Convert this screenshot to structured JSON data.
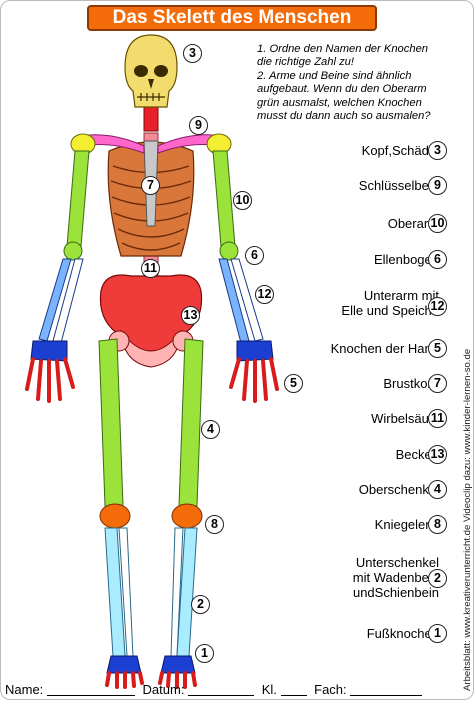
{
  "title": "Das Skelett des Menschen",
  "instructions": [
    "1. Ordne den Namen der Knochen",
    "die richtige Zahl zu!",
    "2. Arme und Beine sind ähnlich",
    "aufgebaut. Wenn du den Oberarm",
    "grün ausmalst, welchen Knochen",
    "musst du dann auch so ausmalen?"
  ],
  "legend": [
    {
      "lines": [
        "Kopf,Schädel"
      ],
      "number": "3"
    },
    {
      "lines": [
        "Schlüsselbein"
      ],
      "number": "9"
    },
    {
      "lines": [
        "Oberarm"
      ],
      "number": "10"
    },
    {
      "lines": [
        "Ellenbogen"
      ],
      "number": "6"
    },
    {
      "lines": [
        "Unterarm mit",
        "Elle und Speiche"
      ],
      "number": "12"
    },
    {
      "lines": [
        "Knochen der Hand"
      ],
      "number": "5"
    },
    {
      "lines": [
        "Brustkorb"
      ],
      "number": "7"
    },
    {
      "lines": [
        "Wirbelsäule"
      ],
      "number": "11"
    },
    {
      "lines": [
        "Becken"
      ],
      "number": "13"
    },
    {
      "lines": [
        "Oberschenkel"
      ],
      "number": "4"
    },
    {
      "lines": [
        "Kniegelenk"
      ],
      "number": "8"
    },
    {
      "lines": [
        "Unterschenkel",
        "mit Wadenbein",
        "undSchienbein"
      ],
      "number": "2"
    },
    {
      "lines": [
        "Fußknochen"
      ],
      "number": "1"
    }
  ],
  "diagram_numbers": {
    "skull": "3",
    "clavicle": "9",
    "ribcage": "7",
    "upper_arm": "10",
    "elbow": "6",
    "spine": "11",
    "forearm": "12",
    "pelvis": "13",
    "hand": "5",
    "thigh": "4",
    "knee": "8",
    "shin": "2",
    "foot": "1"
  },
  "side_text": "Arbeitsblatt: www.kreativerunterricht.de  Videoclip dazu: www.kinder-lernen-so.de",
  "footer": {
    "name_label": "Name:",
    "date_label": "Datum:",
    "class_label": "Kl.",
    "subject_label": "Fach:"
  },
  "colors": {
    "title_bg": "#f46b0a",
    "skull": "#f2dc6e",
    "clavicle": "#ff66cc",
    "ribcage": "#d9763a",
    "spine": "#e8202a",
    "upper_arm": "#9be33a",
    "forearm": "#7ab4ff",
    "hand": "#1a3fd1",
    "pelvis": "#f03b3b",
    "thigh": "#9be33a",
    "knee": "#f46b0a",
    "shin": "#a9ecff",
    "foot": "#1a3fd1"
  }
}
